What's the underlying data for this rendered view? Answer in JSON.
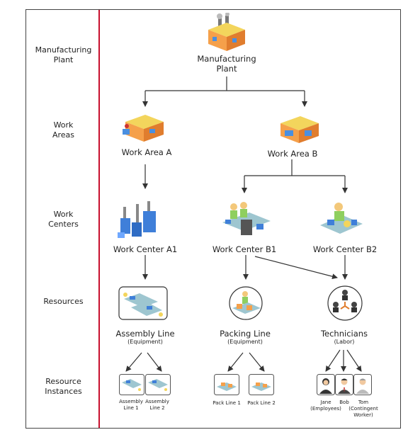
{
  "levels": [
    {
      "line1": "Manufacturing",
      "line2": "Plant"
    },
    {
      "line1": "Work",
      "line2": "Areas"
    },
    {
      "line1": "Work",
      "line2": "Centers"
    },
    {
      "line1": "Resources",
      "line2": ""
    },
    {
      "line1": "Resource",
      "line2": "Instances"
    }
  ],
  "plant": {
    "line1": "Manufacturing",
    "line2": "Plant"
  },
  "work_areas": [
    "Work Area A",
    "Work Area B"
  ],
  "work_centers": [
    "Work Center  A1",
    "Work Center  B1",
    "Work Center  B2"
  ],
  "resources": [
    {
      "name": "Assembly Line",
      "kind": "(Equipment)"
    },
    {
      "name": "Packing Line",
      "kind": "(Equipment)"
    },
    {
      "name": "Technicians",
      "kind": "(Labor)"
    }
  ],
  "instances": [
    {
      "line1": "Assembly",
      "line2": "Line 1",
      "line3": ""
    },
    {
      "line1": "Assembly",
      "line2": "Line 2",
      "line3": ""
    },
    {
      "line1": "Pack Line 1",
      "line2": "",
      "line3": ""
    },
    {
      "line1": "Pack Line 2",
      "line2": "",
      "line3": ""
    },
    {
      "line1": "Jane",
      "line2": "(Employees)",
      "line3": ""
    },
    {
      "line1": "Bob",
      "line2": "",
      "line3": ""
    },
    {
      "line1": "Tom",
      "line2": "(Contingent",
      "line3": "Worker)"
    }
  ],
  "colors": {
    "divider": "#c8102e",
    "building": "#f5a04a",
    "roof": "#f3d55c",
    "equipment_blue": "#3f7fd9",
    "arrow": "#333333"
  }
}
